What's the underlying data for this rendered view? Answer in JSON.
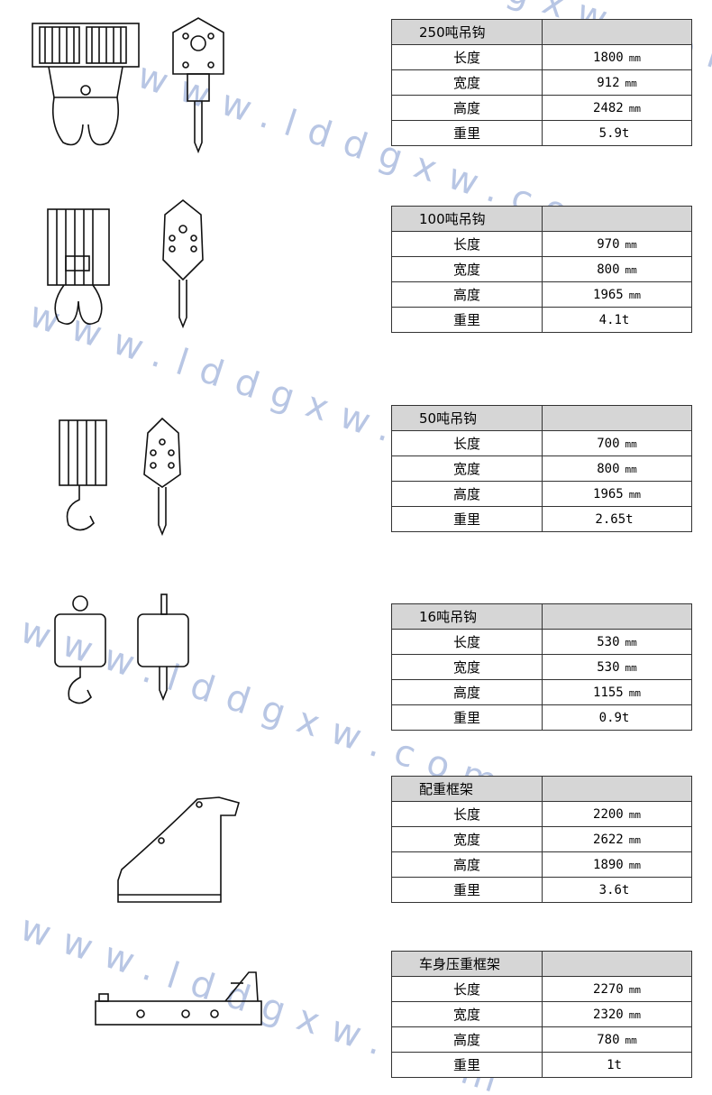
{
  "watermark": {
    "text_1": "www.lddgxw.com",
    "text_2": "gxw.com",
    "text_3": "www.lddgxw.com",
    "text_4": "www.lddgxw.com",
    "text_5": "www.lddgxw.com",
    "text_6": "www.lddgxw.com"
  },
  "tables": [
    {
      "title": "250吨吊钩",
      "rows": [
        {
          "label": "长度",
          "value": "1800",
          "unit": "mm"
        },
        {
          "label": "宽度",
          "value": "912",
          "unit": "mm"
        },
        {
          "label": "高度",
          "value": "2482",
          "unit": "mm"
        },
        {
          "label": "重里",
          "value": "5.9t",
          "unit": ""
        }
      ]
    },
    {
      "title": "100吨吊钩",
      "rows": [
        {
          "label": "长度",
          "value": "970",
          "unit": "mm"
        },
        {
          "label": "宽度",
          "value": "800",
          "unit": "mm"
        },
        {
          "label": "高度",
          "value": "1965",
          "unit": "mm"
        },
        {
          "label": "重里",
          "value": "4.1t",
          "unit": ""
        }
      ]
    },
    {
      "title": "50吨吊钩",
      "rows": [
        {
          "label": "长度",
          "value": "700",
          "unit": "mm"
        },
        {
          "label": "宽度",
          "value": "800",
          "unit": "mm"
        },
        {
          "label": "高度",
          "value": "1965",
          "unit": "mm"
        },
        {
          "label": "重里",
          "value": "2.65t",
          "unit": ""
        }
      ]
    },
    {
      "title": "16吨吊钩",
      "rows": [
        {
          "label": "长度",
          "value": "530",
          "unit": "mm"
        },
        {
          "label": "宽度",
          "value": "530",
          "unit": "mm"
        },
        {
          "label": "高度",
          "value": "1155",
          "unit": "mm"
        },
        {
          "label": "重里",
          "value": "0.9t",
          "unit": ""
        }
      ]
    },
    {
      "title": "配重框架",
      "rows": [
        {
          "label": "长度",
          "value": "2200",
          "unit": "mm"
        },
        {
          "label": "宽度",
          "value": "2622",
          "unit": "mm"
        },
        {
          "label": "高度",
          "value": "1890",
          "unit": "mm"
        },
        {
          "label": "重里",
          "value": "3.6t",
          "unit": ""
        }
      ]
    },
    {
      "title": "车身压重框架",
      "rows": [
        {
          "label": "长度",
          "value": "2270",
          "unit": "mm"
        },
        {
          "label": "宽度",
          "value": "2320",
          "unit": "mm"
        },
        {
          "label": "高度",
          "value": "780",
          "unit": "mm"
        },
        {
          "label": "重里",
          "value": "1t",
          "unit": ""
        }
      ]
    }
  ]
}
